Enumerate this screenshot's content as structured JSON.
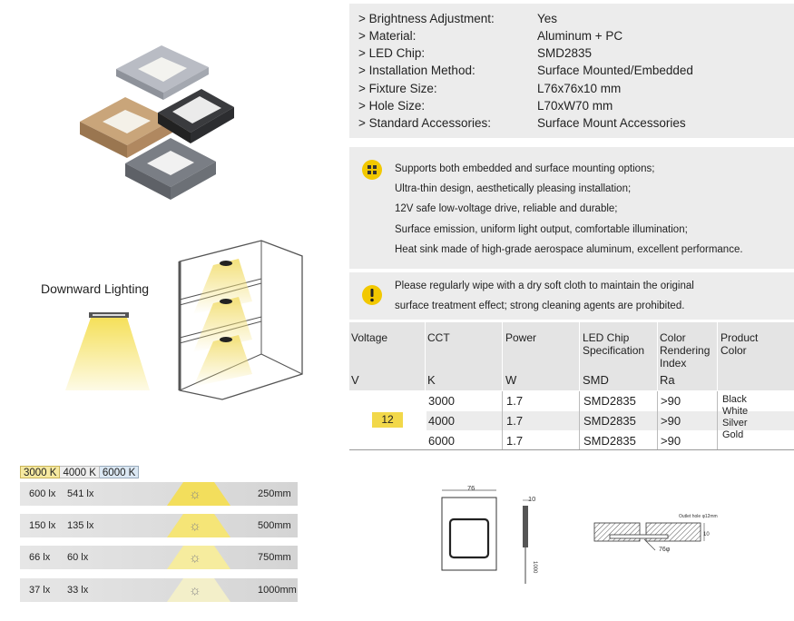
{
  "specs": [
    {
      "label": "> Brightness Adjustment:",
      "value": "Yes"
    },
    {
      "label": "> Material:",
      "value": "Aluminum + PC"
    },
    {
      "label": "> LED Chip:",
      "value": "SMD2835"
    },
    {
      "label": "> Installation Method:",
      "value": "Surface Mounted/Embedded"
    },
    {
      "label": "> Fixture Size:",
      "value": "L76x76x10 mm"
    },
    {
      "label": "> Hole Size:",
      "value": "L70xW70 mm"
    },
    {
      "label": "> Standard Accessories:",
      "value": "Surface Mount Accessories"
    }
  ],
  "features": [
    "Supports both embedded and surface mounting options;",
    "Ultra-thin design, aesthetically pleasing installation;",
    "12V safe low-voltage drive, reliable and durable;",
    "Surface emission, uniform light output, comfortable illumination;",
    "Heat sink made of high-grade aerospace aluminum, excellent performance."
  ],
  "care": [
    "Please regularly wipe with a dry soft cloth to maintain the original",
    "surface treatment effect; strong cleaning agents are prohibited."
  ],
  "downward_label": "Downward Lighting",
  "table": {
    "headers": [
      {
        "name": "Voltage",
        "unit": "V"
      },
      {
        "name": "CCT",
        "unit": "K"
      },
      {
        "name": "Power",
        "unit": "W"
      },
      {
        "name": "LED Chip Specification",
        "unit": "SMD"
      },
      {
        "name": "Color Rendering Index",
        "unit": "Ra"
      },
      {
        "name": "Product Color",
        "unit": ""
      }
    ],
    "voltage": "12",
    "rows": [
      {
        "cct": "3000",
        "power": "1.7",
        "chip": "SMD2835",
        "cri": ">90"
      },
      {
        "cct": "4000",
        "power": "1.7",
        "chip": "SMD2835",
        "cri": ">90"
      },
      {
        "cct": "6000",
        "power": "1.7",
        "chip": "SMD2835",
        "cri": ">90"
      }
    ],
    "colors": [
      "Black",
      "White",
      "Silver",
      "Gold"
    ]
  },
  "cct_tabs": [
    "3000 K",
    "4000 K",
    "6000 K"
  ],
  "lux": [
    {
      "a": "600 lx",
      "b": "541 lx",
      "dist": "250mm"
    },
    {
      "a": "150 lx",
      "b": "135 lx",
      "dist": "500mm"
    },
    {
      "a": "66 lx",
      "b": "60 lx",
      "dist": "750mm"
    },
    {
      "a": "37 lx",
      "b": "33 lx",
      "dist": "1000mm"
    }
  ],
  "drawing": {
    "front_dim": "76",
    "side_dim": "10",
    "side_h": "1000",
    "outlet": "Outlet hole φ12mm",
    "cut_dim": "10",
    "hole": "76φ"
  },
  "colors": {
    "accent": "#f2c800",
    "panel": "#ececec"
  }
}
